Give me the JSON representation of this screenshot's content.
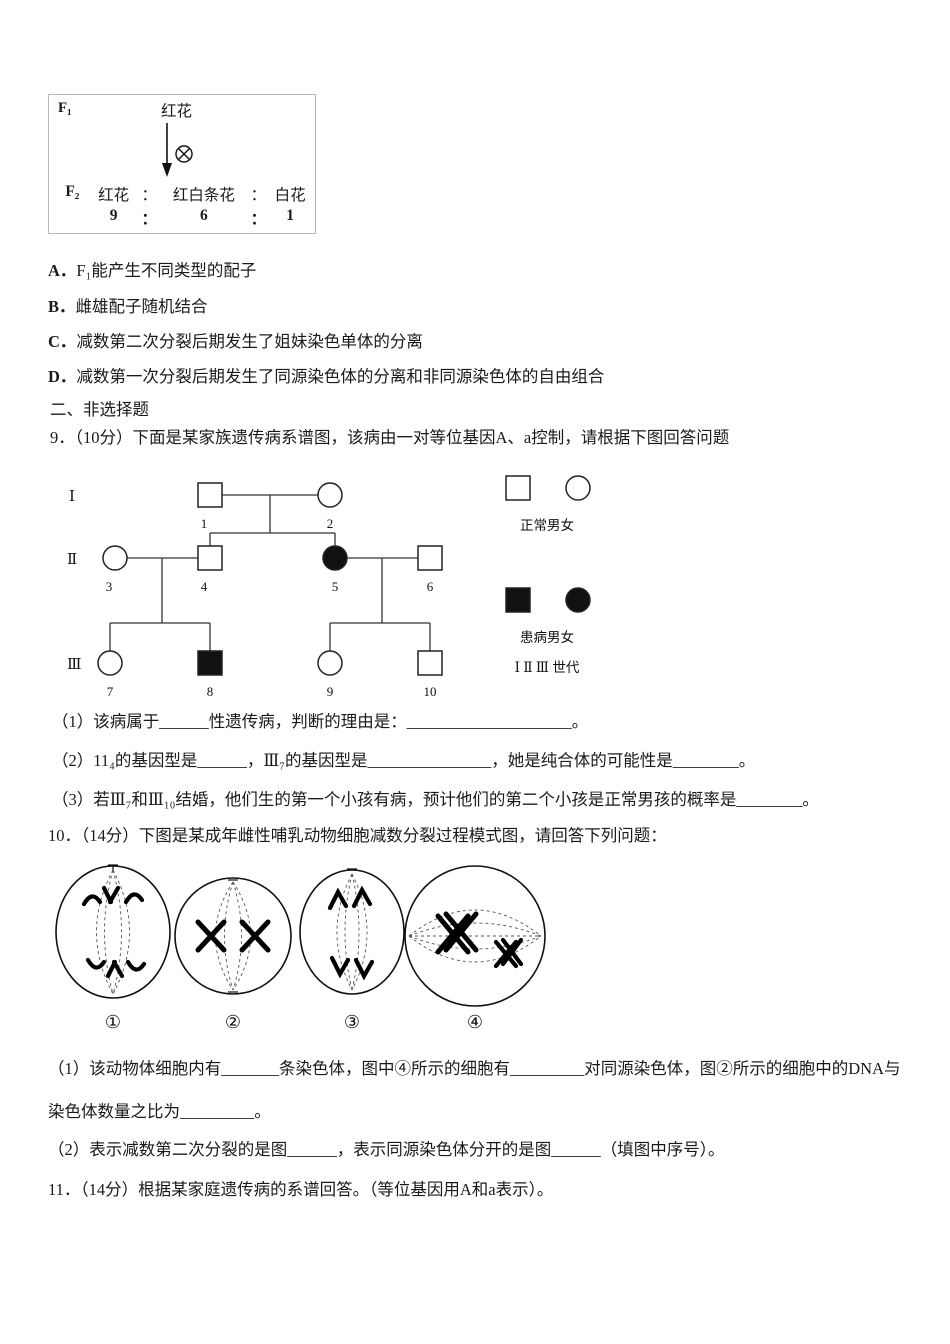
{
  "cross": {
    "f1_label": "F₁",
    "f1_phenotype": "红花",
    "selfing_symbol": "⊗",
    "f2_label": "F₂",
    "phen1": "红花",
    "phen2": "红白条花",
    "phen3": "白花",
    "colon": "：",
    "ratio1": "9",
    "ratio2": "6",
    "ratio3": "1"
  },
  "options": {
    "a_label": "A．",
    "a_text": "F₁能产生不同类型的配子",
    "b_label": "B．",
    "b_text": "雌雄配子随机结合",
    "c_label": "C．",
    "c_text": "减数第二次分裂后期发生了姐妹染色单体的分离",
    "d_label": "D．",
    "d_text": "减数第一次分裂后期发生了同源染色体的分离和非同源染色体的自由组合"
  },
  "section2_title": "二、非选择题",
  "q9": {
    "stem": "9．（10分）下面是某家族遗传病系谱图，该病由一对等位基因A、a控制，请根据下图回答问题",
    "pedigree": {
      "gen_labels": [
        "Ⅰ",
        "Ⅱ",
        "Ⅲ"
      ],
      "numbers": [
        "1",
        "2",
        "3",
        "4",
        "5",
        "6",
        "7",
        "8",
        "9",
        "10"
      ],
      "legend_normal": "正常男女",
      "legend_affected": "患病男女",
      "legend_generations": "Ⅰ Ⅱ Ⅲ 世代"
    },
    "sub1": "（1）该病属于______性遗传病，判断的理由是：____________________。",
    "sub2": "（2）11₄的基因型是______，Ⅲ₇的基因型是_______________，她是纯合体的可能性是________。",
    "sub3": "（3）若Ⅲ₇和Ⅲ₁₀结婚，他们生的第一个小孩有病，预计他们的第二个小孩是正常男孩的概率是________。"
  },
  "q10": {
    "stem": "10．（14分）下图是某成年雌性哺乳动物细胞减数分裂过程模式图，请回答下列问题：",
    "cell_labels": [
      "①",
      "②",
      "③",
      "④"
    ],
    "sub1": "（1）该动物体细胞内有_______条染色体，图中④所示的细胞有_________对同源染色体，图②所示的细胞中的DNA与染色体数量之比为_________。",
    "sub2": "（2）表示减数第二次分裂的是图______，表示同源染色体分开的是图______（填图中序号）。"
  },
  "q11": {
    "stem": "11．（14分）根据某家庭遗传病的系谱回答。（等位基因用A和a表示）。"
  }
}
